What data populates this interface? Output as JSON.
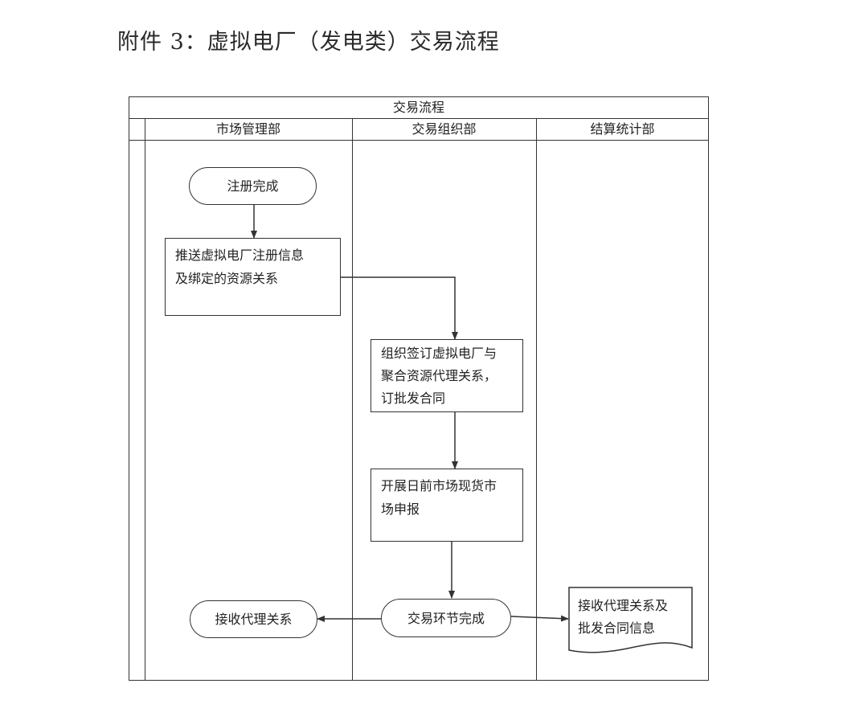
{
  "document": {
    "title": "附件 3：虚拟电厂（发电类）交易流程"
  },
  "diagram": {
    "table_title": "交易流程",
    "lanes": [
      {
        "label": "市场管理部"
      },
      {
        "label": "交易组织部"
      },
      {
        "label": "结算统计部"
      }
    ],
    "nodes": {
      "registration_complete": "注册完成",
      "push_info": {
        "line1": "推送虚拟电厂注册信息",
        "line2": "及绑定的资源关系"
      },
      "organize_signing": {
        "line1": "组织签订虚拟电厂与",
        "line2": "聚合资源代理关系，",
        "line3": "订批发合同"
      },
      "spot_bidding": {
        "line1": "开展日前市场现货市",
        "line2": "场申报"
      },
      "trade_complete": "交易环节完成",
      "receive_agency": "接收代理关系",
      "receive_contract": {
        "line1": "接收代理关系及",
        "line2": "批发合同信息"
      }
    }
  }
}
